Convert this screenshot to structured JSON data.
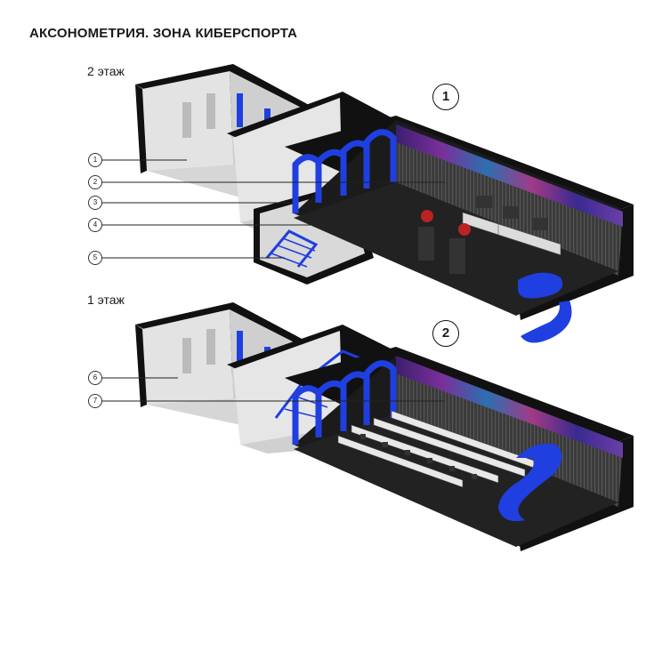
{
  "header": {
    "title": "АКСОНОМЕТРИЯ. ЗОНА КИБЕРСПОРТА"
  },
  "floors": [
    {
      "label": "2 этаж",
      "number": "1"
    },
    {
      "label": "1 этаж",
      "number": "2"
    }
  ],
  "callouts": [
    "1",
    "2",
    "3",
    "4",
    "5",
    "6",
    "7"
  ],
  "colors": {
    "accent_blue": "#1f3fe0",
    "dark_floor": "#1b1b1b",
    "wall_grey": "#dcdcdc",
    "neon_top": "#6b3fa8"
  }
}
